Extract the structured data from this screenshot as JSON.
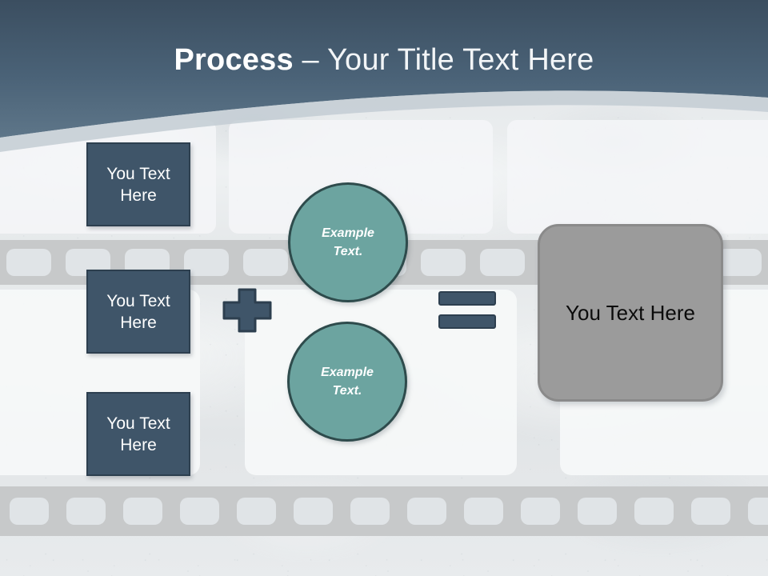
{
  "slide": {
    "title": {
      "bold_part": "Process",
      "separator": " – ",
      "rest": "Your Title Text Here"
    }
  },
  "colors": {
    "header_gradient_top": "#3c4f61",
    "header_gradient_bottom": "#5a7386",
    "blue_box_fill": "#3f5569",
    "blue_box_border": "#2d3f4f",
    "teal_circle_fill": "#6ca4a0",
    "teal_circle_border": "#2e4b4c",
    "gray_box_fill": "#9b9b9b",
    "gray_box_border": "#8a8a8a",
    "film_band": "#c7c9ca",
    "film_hole": "#e0e4e7",
    "background": "#e9ecee"
  },
  "inputs": {
    "boxes": [
      {
        "label": "You Text Here"
      },
      {
        "label": "You Text Here"
      },
      {
        "label": "You Text Here"
      }
    ]
  },
  "operators": {
    "plus": "+",
    "equals": "="
  },
  "circles": [
    {
      "line1": "Example",
      "line2": "Text."
    },
    {
      "line1": "Example",
      "line2": "Text."
    }
  ],
  "result": {
    "label": "You Text Here"
  },
  "film": {
    "top_band_hole_count": 13,
    "bottom_band_hole_count": 14
  }
}
